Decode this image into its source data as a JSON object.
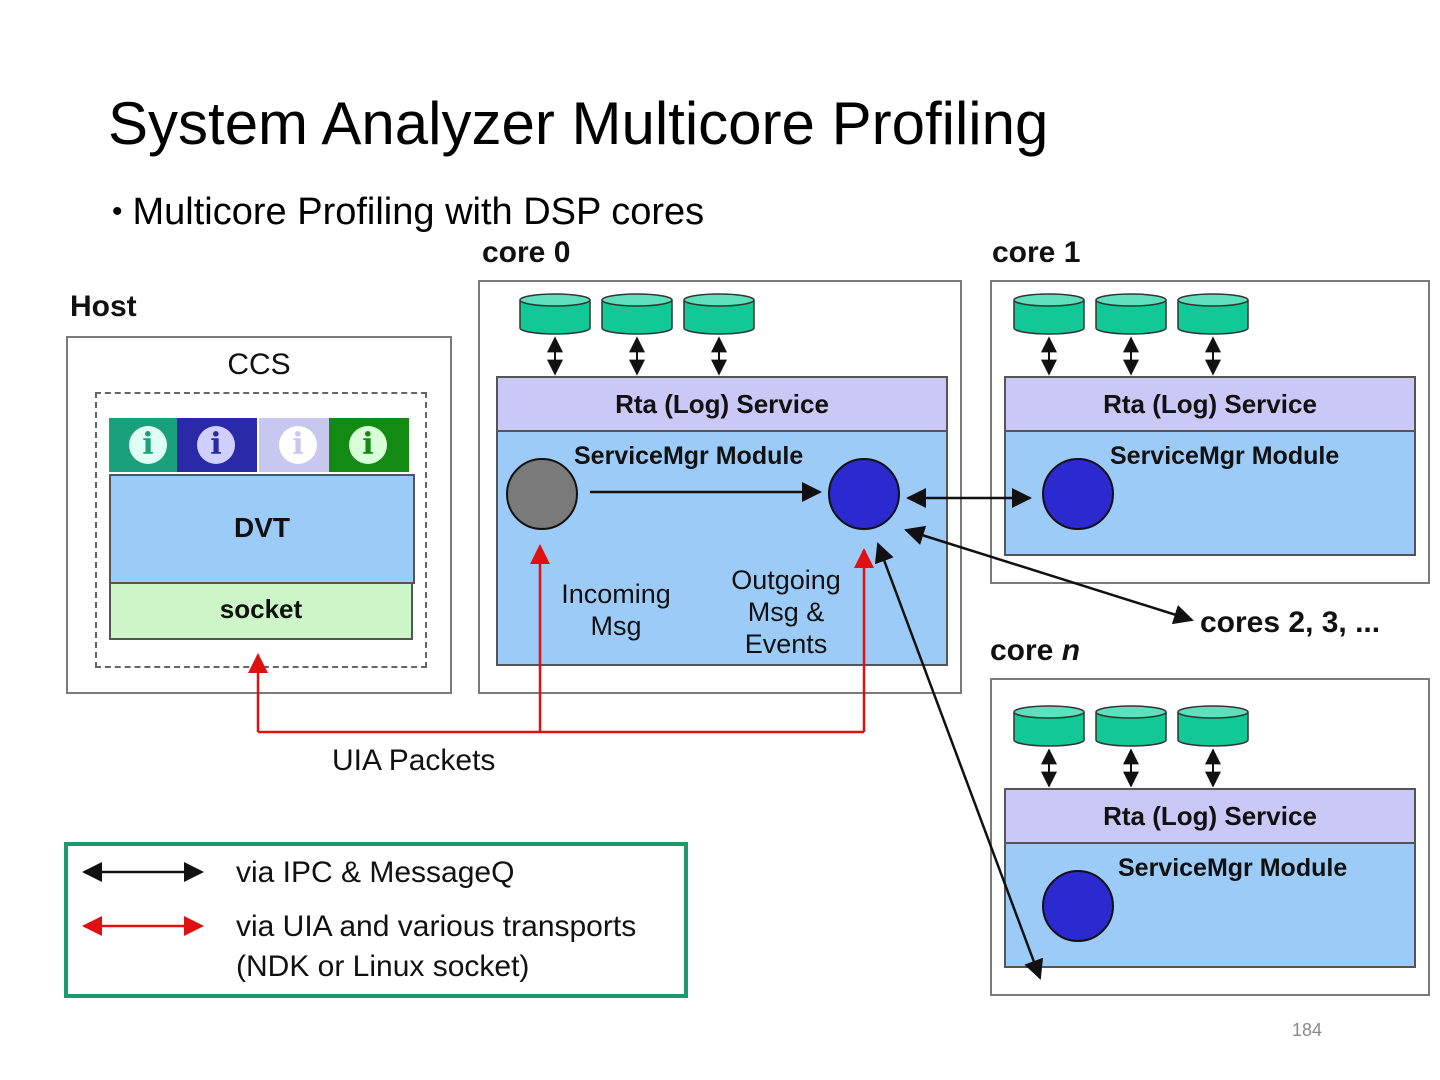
{
  "slide": {
    "title": "System Analyzer Multicore Profiling",
    "bullet": "Multicore Profiling with DSP cores",
    "page_number": "184"
  },
  "host": {
    "label": "Host",
    "ccs_label": "CCS",
    "dvt_label": "DVT",
    "socket_label": "socket",
    "info_icons": [
      {
        "icon": "info-icon",
        "bg": "#1aa07a",
        "fg": "#e0fff4"
      },
      {
        "icon": "info-icon",
        "bg": "#2a2aa8",
        "fg": "#cfd0ff"
      },
      {
        "icon": "info-icon",
        "bg": "#c7c7ef",
        "fg": "#ffffff"
      },
      {
        "icon": "info-icon",
        "bg": "#138a13",
        "fg": "#d9ffd9"
      }
    ]
  },
  "core0": {
    "label": "core 0",
    "rta_label": "Rta (Log) Service",
    "module_label": "ServiceMgr Module",
    "incoming_line1": "Incoming",
    "incoming_line2": "Msg",
    "outgoing_line1": "Outgoing",
    "outgoing_line2": "Msg &",
    "outgoing_line3": "Events"
  },
  "core1": {
    "label": "core 1",
    "rta_label": "Rta (Log) Service",
    "module_label": "ServiceMgr Module"
  },
  "coren": {
    "label_prefix": "core ",
    "label_var": "n",
    "rta_label": "Rta (Log) Service",
    "module_label": "ServiceMgr Module"
  },
  "cores_more_label": "cores 2, 3, ...",
  "uia_packets_label": "UIA Packets",
  "legend": {
    "ipc_label": "via IPC & MessageQ",
    "uia_line1": "via UIA and various transports",
    "uia_line2": "(NDK or Linux socket)"
  },
  "colors": {
    "red_arrow": "#e01010",
    "black_arrow": "#111111",
    "cylinder": "#12c896",
    "core_circle": "#2a2ad0",
    "incoming_circle": "#7a7a7a",
    "legend_border": "#1a9a6a",
    "rta_fill": "#c9c8f7",
    "module_fill": "#9ccbf8"
  }
}
